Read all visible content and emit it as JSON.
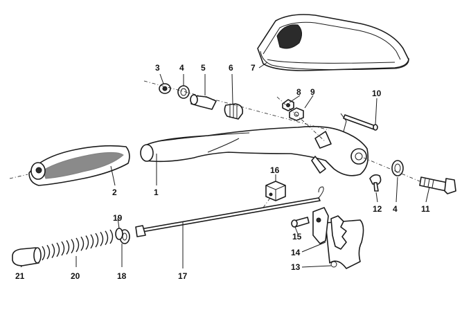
{
  "callouts": [
    {
      "id": "1",
      "text": "1"
    },
    {
      "id": "2",
      "text": "2"
    },
    {
      "id": "3",
      "text": "3"
    },
    {
      "id": "4a",
      "text": "4"
    },
    {
      "id": "4b",
      "text": "4"
    },
    {
      "id": "5",
      "text": "5"
    },
    {
      "id": "6",
      "text": "6"
    },
    {
      "id": "7",
      "text": "7"
    },
    {
      "id": "8",
      "text": "8"
    },
    {
      "id": "9",
      "text": "9"
    },
    {
      "id": "10",
      "text": "10"
    },
    {
      "id": "11",
      "text": "11"
    },
    {
      "id": "12",
      "text": "12"
    },
    {
      "id": "13",
      "text": "13"
    },
    {
      "id": "14",
      "text": "14"
    },
    {
      "id": "15",
      "text": "15"
    },
    {
      "id": "16",
      "text": "16"
    },
    {
      "id": "17",
      "text": "17"
    },
    {
      "id": "18",
      "text": "18"
    },
    {
      "id": "19",
      "text": "19"
    },
    {
      "id": "20",
      "text": "20"
    },
    {
      "id": "21",
      "text": "21"
    }
  ]
}
